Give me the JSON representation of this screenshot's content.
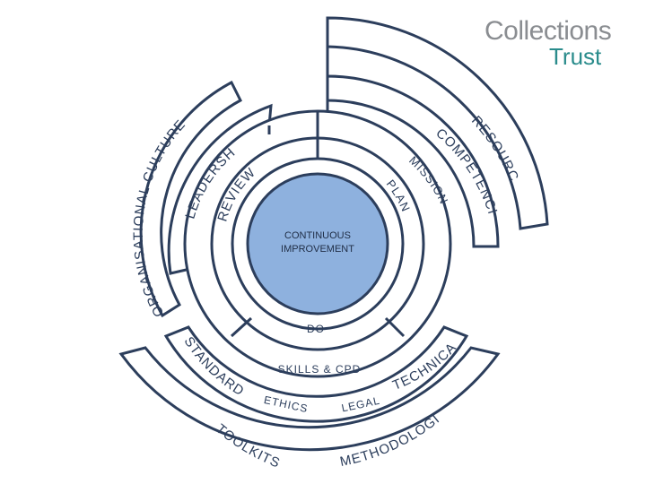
{
  "logo": {
    "line1": "Collections",
    "line2": "Trust"
  },
  "center": {
    "line1": "CONTINUOUS",
    "line2": "IMPROVEMENT"
  },
  "ring_labels": {
    "organisational_culture": "ORGANISATIONAL CULTURE",
    "leadership": "LEADERSHIP",
    "review": "REVIEW",
    "resources": "RESOURCES",
    "competencies": "COMPETENCIES",
    "mission": "MISSION",
    "plan": "PLAN",
    "do": "DO",
    "standards": "STANDARDS",
    "technical": "TECHNICAL",
    "skills_cpd": "SKILLS & CPD",
    "ethics": "ETHICS",
    "legal": "LEGAL",
    "toolkits": "TOOLKITS",
    "methodologies": "METHODOLOGIES"
  },
  "colors": {
    "stroke": "#2c3e5c",
    "center_fill": "#8eb1de",
    "logo_gray": "#8a8d91",
    "logo_teal": "#2a8c8c"
  }
}
